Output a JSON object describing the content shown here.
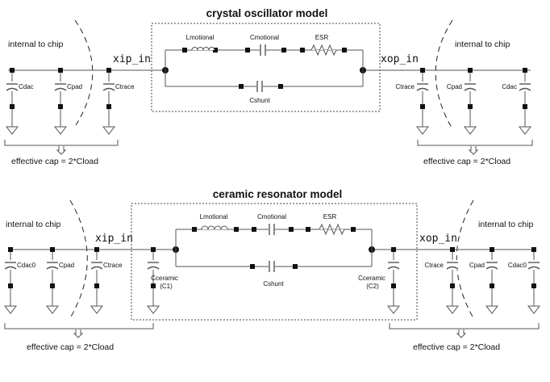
{
  "crystal": {
    "title": "crystal oscillator model",
    "internal_left": "internal to chip",
    "internal_right": "internal to chip",
    "node_in": "xip_in",
    "node_out": "xop_in",
    "lmotional": "Lmotional",
    "cmotional": "Cmotional",
    "esr": "ESR",
    "cshunt": "Cshunt",
    "cdac_left": "Cdac",
    "cpad_left": "Cpad",
    "ctrace_left": "Ctrace",
    "ctrace_right": "Ctrace",
    "cpad_right": "Cpad",
    "cdac_right": "Cdac",
    "eff_left": "effective cap = 2*Cload",
    "eff_right": "effective cap = 2*Cload"
  },
  "ceramic": {
    "title": "ceramic resonator model",
    "internal_left": "internal to chip",
    "internal_right": "internal to chip",
    "node_in": "xip_in",
    "node_out": "xop_in",
    "lmotional": "Lmotional",
    "cmotional": "Cmotional",
    "esr": "ESR",
    "cshunt": "Cshunt",
    "cdac_left": "Cdac0",
    "cpad_left": "Cpad",
    "ctrace_left": "Ctrace",
    "cceramic1_a": "Cceramic",
    "cceramic1_b": "(C1)",
    "cceramic2_a": "Cceramic",
    "cceramic2_b": "(C2)",
    "ctrace_right": "Ctrace",
    "cpad_right": "Cpad",
    "cdac_right": "Cdac0",
    "eff_left": "effective cap = 2*Cload",
    "eff_right": "effective cap = 2*Cload"
  }
}
